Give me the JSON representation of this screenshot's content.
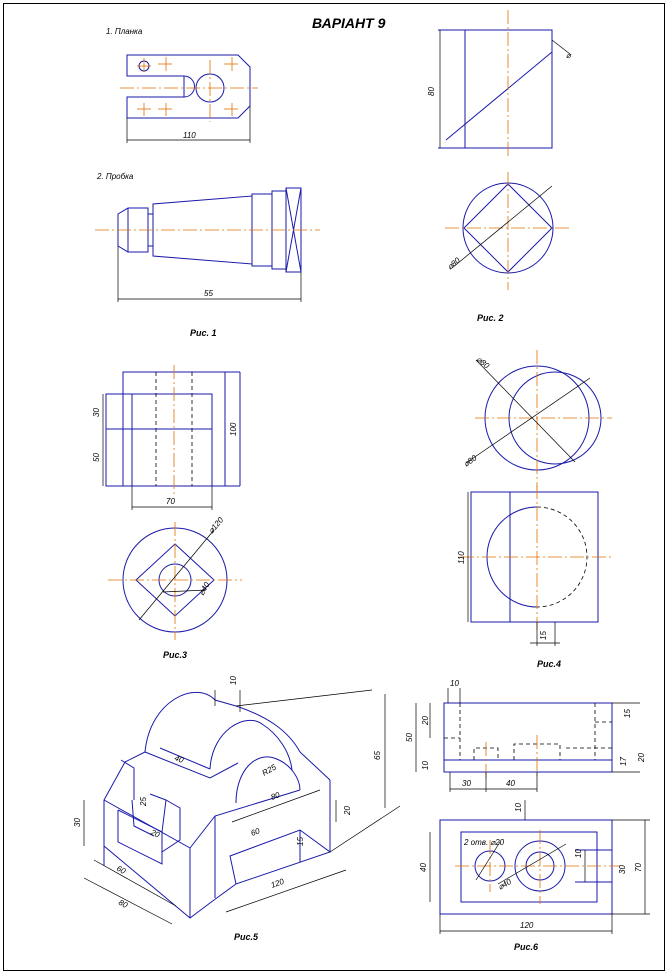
{
  "title": "ВАРІАНТ 9",
  "labels": {
    "part1": "1. Планка",
    "part2": "2. Пробка"
  },
  "captions": {
    "fig1": "Рис. 1",
    "fig2": "Рис. 2",
    "fig3": "Рис.3",
    "fig4": "Рис.4",
    "fig5": "Рис.5",
    "fig6": "Рис.6"
  },
  "dimensions": {
    "fig1_plank_length": "110",
    "fig1_plug_length": "55",
    "fig2_height": "80",
    "fig2_top_dia": "⌀",
    "fig2_circle_dia": "⌀80",
    "fig3_h30": "30",
    "fig3_h50": "50",
    "fig3_h100": "100",
    "fig3_w70": "70",
    "fig3_d1": "⌀120",
    "fig3_d2": "⌀40",
    "fig4_d1": "⌀80",
    "fig4_d2": "⌀80",
    "fig4_h110": "110",
    "fig4_w15": "15",
    "fig5_10": "10",
    "fig5_40": "40",
    "fig5_65": "65",
    "fig5_r25": "R25",
    "fig5_80a": "80",
    "fig5_25": "25",
    "fig5_30": "30",
    "fig5_20a": "20",
    "fig5_60a": "60",
    "fig5_20b": "20",
    "fig5_60b": "60",
    "fig5_15": "15",
    "fig5_80b": "80",
    "fig5_120": "120",
    "fig6_10a": "10",
    "fig6_20a": "20",
    "fig6_50": "50",
    "fig6_10b": "10",
    "fig6_30": "30",
    "fig6_40a": "40",
    "fig6_15": "15",
    "fig6_17": "17",
    "fig6_20b": "20",
    "fig6_10c": "10",
    "fig6_holes": "2 отв. ⌀20",
    "fig6_40b": "40",
    "fig6_d40": "⌀40",
    "fig6_10d": "10",
    "fig6_30b": "30",
    "fig6_70": "70",
    "fig6_120": "120"
  }
}
